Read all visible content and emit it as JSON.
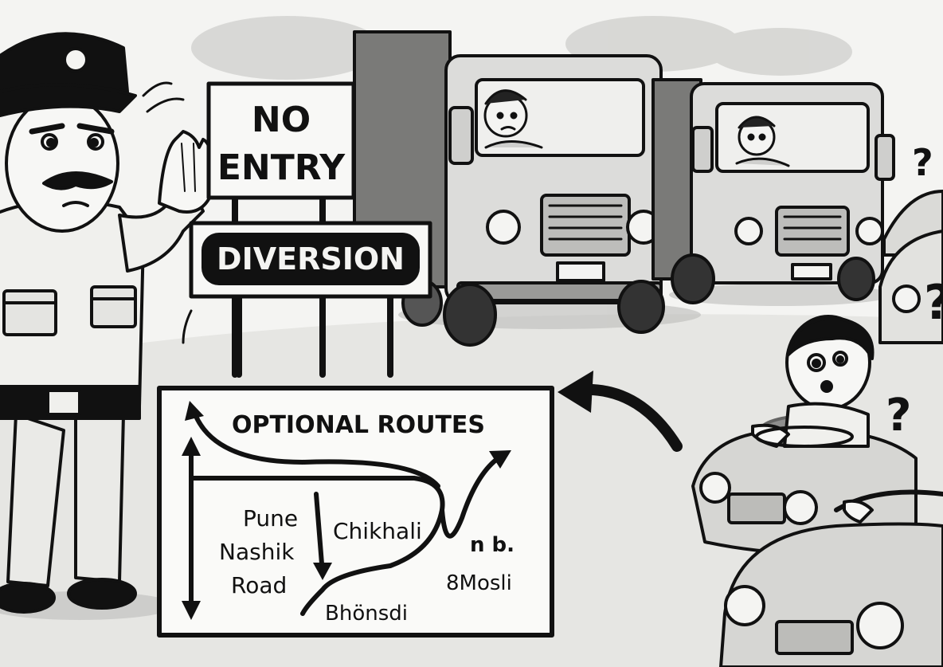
{
  "signs": {
    "no_entry": [
      "NO",
      "ENTRY"
    ],
    "diversion": "DIVERSION"
  },
  "route_board": {
    "title": "OPTIONAL ROUTES",
    "labels": {
      "pune": "Pune",
      "nashik": "Nashik",
      "road": "Road",
      "chikhali": "Chikhali",
      "nb": "n b.",
      "mosli": "8Mosli",
      "bhonsdi": "Bhönsdi"
    }
  },
  "question_marks": [
    "?",
    "?",
    "?"
  ],
  "colors": {
    "ink": "#111111",
    "paper": "#f4f4f2",
    "grey": "#9a9a9a"
  }
}
